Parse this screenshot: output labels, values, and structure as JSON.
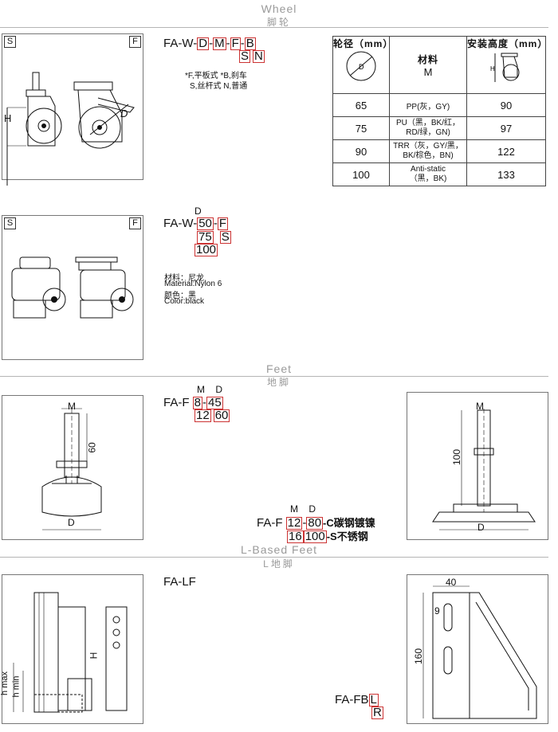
{
  "sections": {
    "wheel": {
      "en": "Wheel",
      "cn": "脚轮"
    },
    "feet": {
      "en": "Feet",
      "cn": "地脚"
    },
    "lfeet": {
      "en": "L-Based Feet",
      "cn": "L地脚"
    }
  },
  "wheel1": {
    "tag_left": "S",
    "tag_right": "F",
    "prefix": "FA-W-",
    "box1": "D",
    "dash1": "-",
    "box2": "M",
    "dash2": "-",
    "box3": "F",
    "dash3": "-",
    "box4": "B",
    "box5": "S",
    "box6": "N",
    "note1": "*F,平板式  *B,刹车",
    "note2": "S,丝杆式  N,普通",
    "dim_h": "H",
    "dim_d": "D"
  },
  "table": {
    "h1": "轮径（mm）",
    "h2a": "材料",
    "h2b": "M",
    "h3": "安装高度（mm）",
    "icon_d": "D",
    "icon_h": "H",
    "rows": [
      {
        "d": "65",
        "m1": "PP(灰，GY)",
        "m2": "",
        "h": "90"
      },
      {
        "d": "75",
        "m1": "PU（黑，BK/红，",
        "m2": "RD/绿，GN)",
        "h": "97"
      },
      {
        "d": "90",
        "m1": "TRR（灰，GY/黑，",
        "m2": "BK/棕色，BN)",
        "h": "122"
      },
      {
        "d": "100",
        "m1": "Anti-static",
        "m2": "（黑，BK)",
        "h": "133"
      }
    ]
  },
  "wheel2": {
    "tag_left": "S",
    "tag_right": "F",
    "d_label": "D",
    "prefix": "FA-W-",
    "box1": "50",
    "dash1": "-",
    "box2": "F",
    "box3": "75",
    "box4": "S",
    "box5": "100",
    "mat_cn": "材料：尼龙",
    "mat_en": "Material:Nylon 6",
    "color_cn": "颜色：黑",
    "color_en": "Color:black"
  },
  "feet1": {
    "m_label": "M",
    "d_label": "D",
    "prefix": "FA-F",
    "box1": "8",
    "dash": "-",
    "box2": "45",
    "box3": "12",
    "box4": "60",
    "dim_m": "M",
    "dim_60": "60",
    "dim_d": "D"
  },
  "feet2": {
    "m_label": "M",
    "d_label": "D",
    "prefix": "FA-F",
    "box1": "12",
    "dash1": "-",
    "box2": "80",
    "suffix1": "-C碳钢镀镍",
    "box3": "16",
    "box4": "100",
    "suffix2": "-S不锈钢",
    "dim_m": "M",
    "dim_100": "100",
    "dim_d": "D"
  },
  "lf": {
    "code": "FA-LF",
    "dim_hmax": "h max",
    "dim_hmin": "h min",
    "dim_h": "H",
    "fb_prefix": "FA-FB",
    "fb_box1": "L",
    "fb_box2": "R",
    "dim_40": "40",
    "dim_9": "9",
    "dim_160": "160"
  }
}
